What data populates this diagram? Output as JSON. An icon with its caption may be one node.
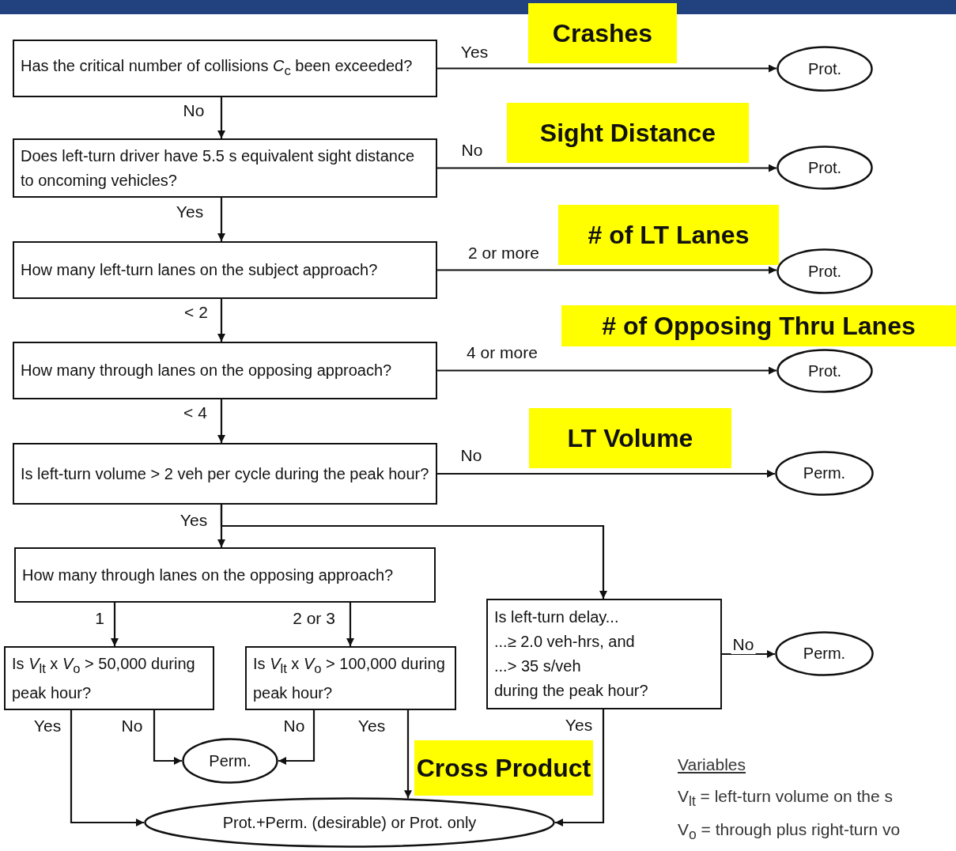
{
  "diagram": {
    "nodes": [
      {
        "text": [
          "Has the critical number of collisions *C*$_{c}$ been exceeded?"
        ]
      },
      {
        "text": [
          "Prot."
        ]
      },
      {
        "text": [
          "Does left-turn driver have 5.5 s equivalent sight distance to oncoming vehicles?"
        ]
      },
      {
        "text": [
          "Prot."
        ]
      },
      {
        "text": [
          "How many left-turn lanes on the subject approach?"
        ]
      },
      {
        "text": [
          "Prot."
        ]
      },
      {
        "text": [
          "How many through lanes on the opposing approach?"
        ]
      },
      {
        "text": [
          "Prot."
        ]
      },
      {
        "text": [
          "Is left-turn volume > 2 veh per cycle during the peak hour?"
        ]
      },
      {
        "text": [
          "Perm."
        ]
      },
      {
        "text": [
          "How many through lanes on the opposing approach?"
        ]
      },
      {
        "text": [
          "Is left-turn delay...",
          "...≥ 2.0 veh-hrs, and",
          "...> 35 s/veh",
          "during the peak hour?"
        ]
      },
      {
        "text": [
          "Perm."
        ]
      },
      {
        "text": [
          "Is *V*$_{lt}$ x *V*$_{o}$ > 50,000 during peak hour?"
        ]
      },
      {
        "text": [
          "Is *V*$_{lt}$ x *V*$_{o}$ > 100,000 during peak hour?"
        ]
      },
      {
        "text": [
          "Perm."
        ]
      },
      {
        "text": [
          "Prot.+Perm. (desirable) or Prot. only"
        ]
      }
    ],
    "edges": [
      {
        "from": 0,
        "to": 1,
        "arrow": "to",
        "label": "Yes"
      },
      {
        "from": 0,
        "to": 2,
        "arrow": "to",
        "label": "No"
      },
      {
        "from": 2,
        "to": 3,
        "arrow": "to",
        "label": "No"
      },
      {
        "from": 2,
        "to": 4,
        "arrow": "to",
        "label": "Yes"
      },
      {
        "from": 4,
        "to": 5,
        "arrow": "to",
        "label": "2 or more"
      },
      {
        "from": 4,
        "to": 6,
        "arrow": "to",
        "label": "< 2"
      },
      {
        "from": 6,
        "to": 7,
        "arrow": "to",
        "label": "4 or more"
      },
      {
        "from": 6,
        "to": 8,
        "arrow": "to",
        "label": "< 4"
      },
      {
        "from": 8,
        "to": 9,
        "arrow": "to",
        "label": "No"
      },
      {
        "from": 8,
        "to": 10,
        "arrow": "to",
        "label": "Yes"
      },
      {
        "from": 8,
        "to": 11,
        "arrow": "to"
      },
      {
        "from": 11,
        "to": 12,
        "arrow": "to",
        "label": "No"
      },
      {
        "from": 11,
        "to": 16,
        "arrow": "to",
        "label": "Yes"
      },
      {
        "from": 10,
        "to": 13,
        "arrow": "to",
        "label": "1"
      },
      {
        "from": 10,
        "to": 14,
        "arrow": "to",
        "label": "2 or 3"
      },
      {
        "from": 13,
        "to": 16,
        "arrow": "to",
        "label": "Yes"
      },
      {
        "from": 13,
        "to": 15,
        "arrow": "to",
        "label": "No"
      },
      {
        "from": 14,
        "to": 15,
        "arrow": "to",
        "label": "No"
      },
      {
        "from": 14,
        "to": 16,
        "arrow": "to",
        "label": "Yes"
      }
    ],
    "labels": [
      "Crashes",
      "Sight Distance",
      "# of LT Lanes",
      "# of Opposing Thru Lanes",
      "LT Volume",
      "Cross Product",
      "Variables",
      "V$_{lt}$ = left-turn volume on the s",
      "V$_{o}$ = through plus right-turn vo"
    ]
  }
}
